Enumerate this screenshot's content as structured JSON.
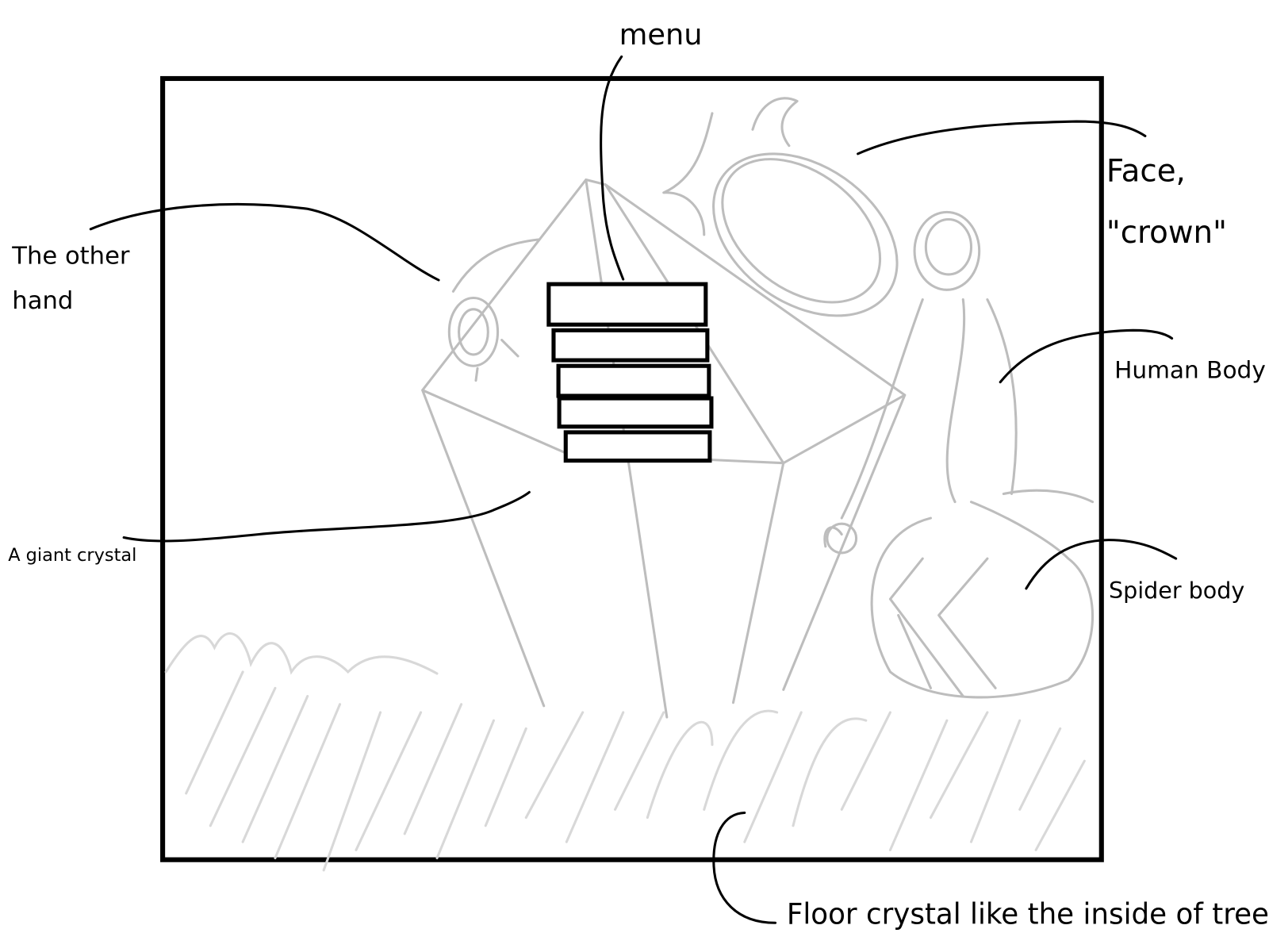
{
  "labels": {
    "menu": "menu",
    "face_line1": "Face,",
    "face_line2": "\"crown\"",
    "other_hand_line1": "The other",
    "other_hand_line2": "hand",
    "human_body": "Human Body",
    "giant_crystal": "A giant crystal",
    "spider_body": "Spider body",
    "floor_crystal": "Floor crystal like the inside of tree"
  },
  "colors": {
    "frame": "#000000",
    "sketch": "#bdbdbd",
    "background": "#ffffff"
  },
  "menu_item_count": 5
}
